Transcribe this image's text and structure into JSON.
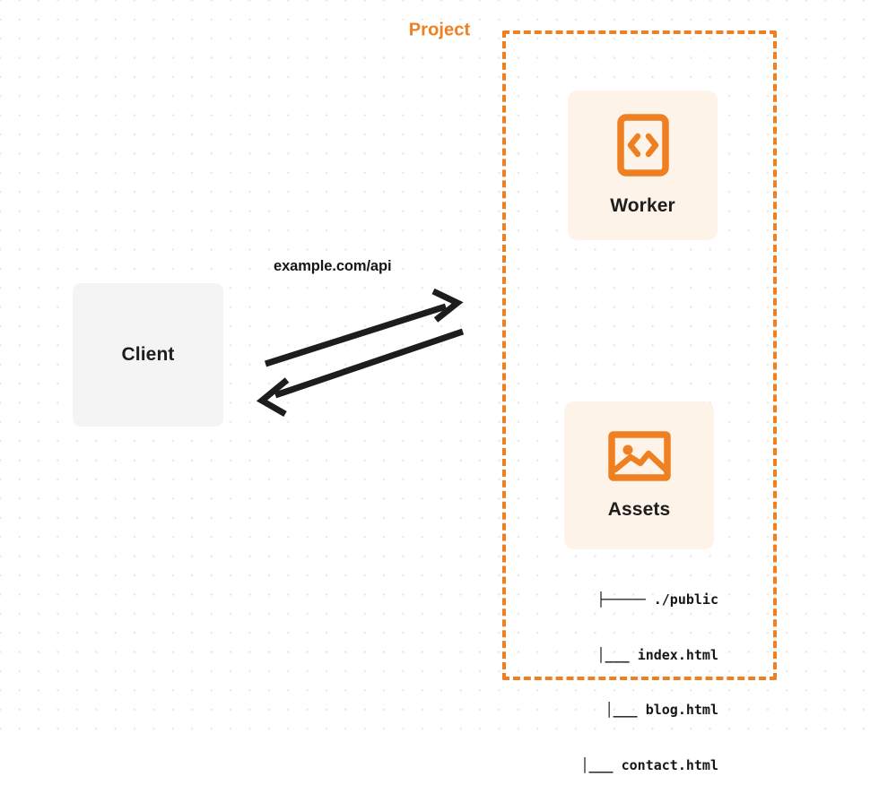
{
  "diagram": {
    "title": "Client to Project Worker and Assets request flow",
    "colors": {
      "accent_orange": "#ef8022",
      "service_box_fill": "#fdf3e8",
      "client_box_fill": "#f4f4f5",
      "text_dark": "#1d1d1b",
      "arrow_stroke": "#1d1d1b",
      "dot_grid": "#e9e9ea",
      "background": "#ffffff"
    }
  },
  "client": {
    "label": "Client",
    "icon": "none"
  },
  "connection": {
    "label": "example.com/api",
    "request_arrow_direction": "right",
    "response_arrow_direction": "left"
  },
  "project": {
    "title": "Project",
    "border_style": "dashed",
    "services": [
      {
        "label": "Worker",
        "icon": "code-brackets-icon"
      },
      {
        "label": "Assets",
        "icon": "image-icon"
      }
    ],
    "file_tree": [
      {
        "branch": "├─────",
        "name": "./public"
      },
      {
        "branch": "│___",
        "name": "index.html"
      },
      {
        "branch": "│___",
        "name": "blog.html"
      },
      {
        "branch": "│___",
        "name": "contact.html"
      }
    ]
  }
}
